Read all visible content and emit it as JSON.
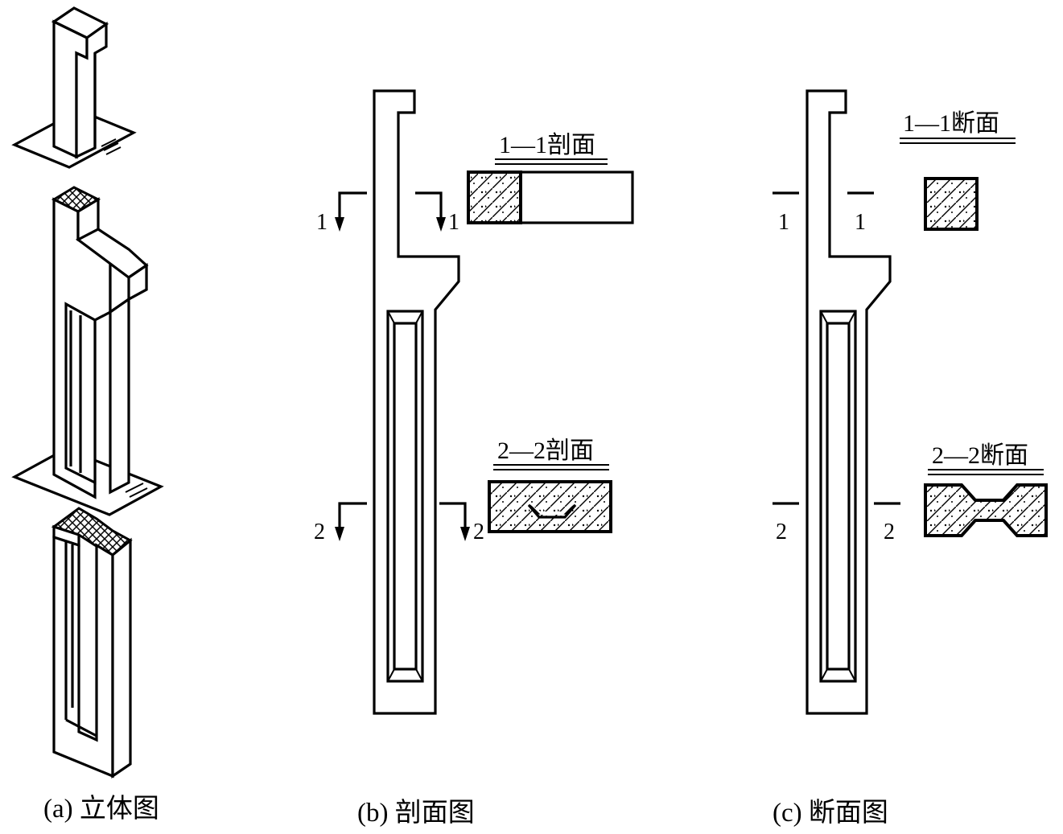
{
  "captions": {
    "a": "(a) 立体图",
    "b": "(b) 剖面图",
    "c": "(c) 断面图"
  },
  "section_view": {
    "cut_1_title": "1—1剖面",
    "cut_2_title": "2—2剖面",
    "cut_1_left": "1",
    "cut_1_right": "1",
    "cut_2_left": "2",
    "cut_2_right": "2"
  },
  "break_view": {
    "cut_1_title": "1—1断面",
    "cut_2_title": "2—2断面",
    "cut_1_left": "1",
    "cut_1_right": "1",
    "cut_2_left": "2",
    "cut_2_right": "2"
  },
  "colors": {
    "line": "#000000",
    "background": "#ffffff"
  }
}
